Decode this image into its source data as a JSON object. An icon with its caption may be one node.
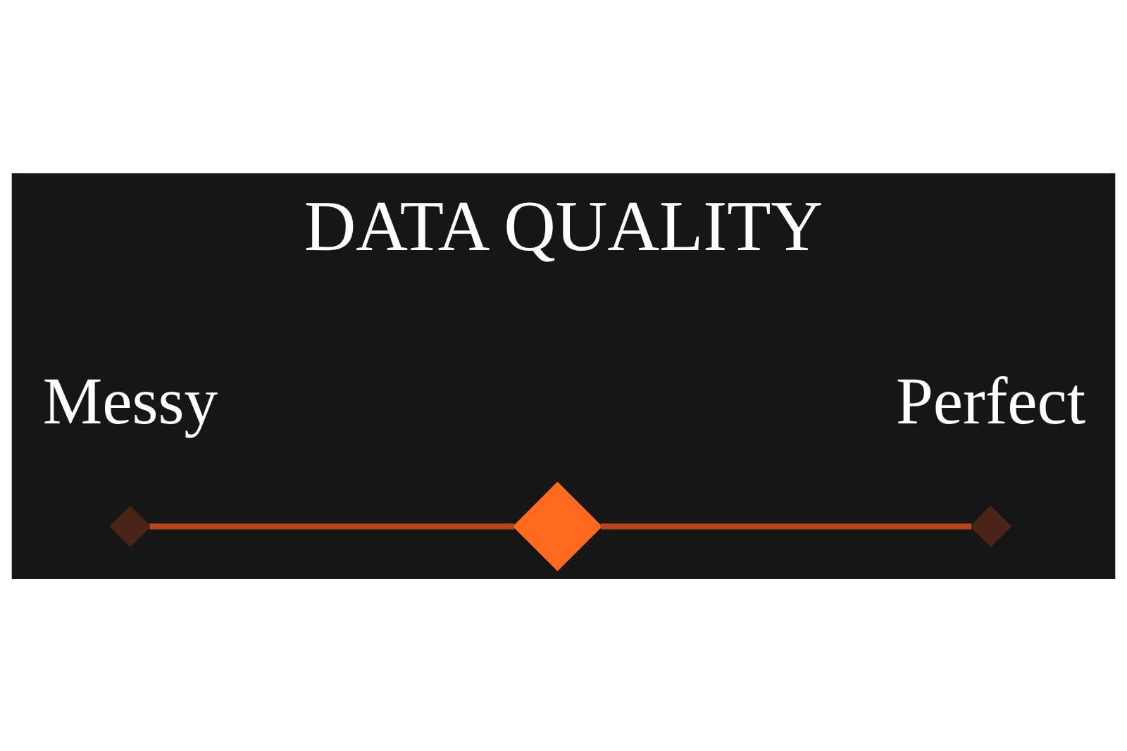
{
  "diagram": {
    "title": "DATA QUALITY",
    "nodes": [
      {
        "text": [],
        "shape": "diamond",
        "beside": [
          "Messy"
        ]
      },
      {
        "text": [],
        "shape": "diamond"
      },
      {
        "text": [],
        "shape": "diamond",
        "beside": [
          "Perfect"
        ]
      }
    ],
    "edges": [
      {
        "from": 0,
        "to": 1,
        "arrow": "none"
      },
      {
        "from": 1,
        "to": 2,
        "arrow": "none"
      }
    ]
  }
}
